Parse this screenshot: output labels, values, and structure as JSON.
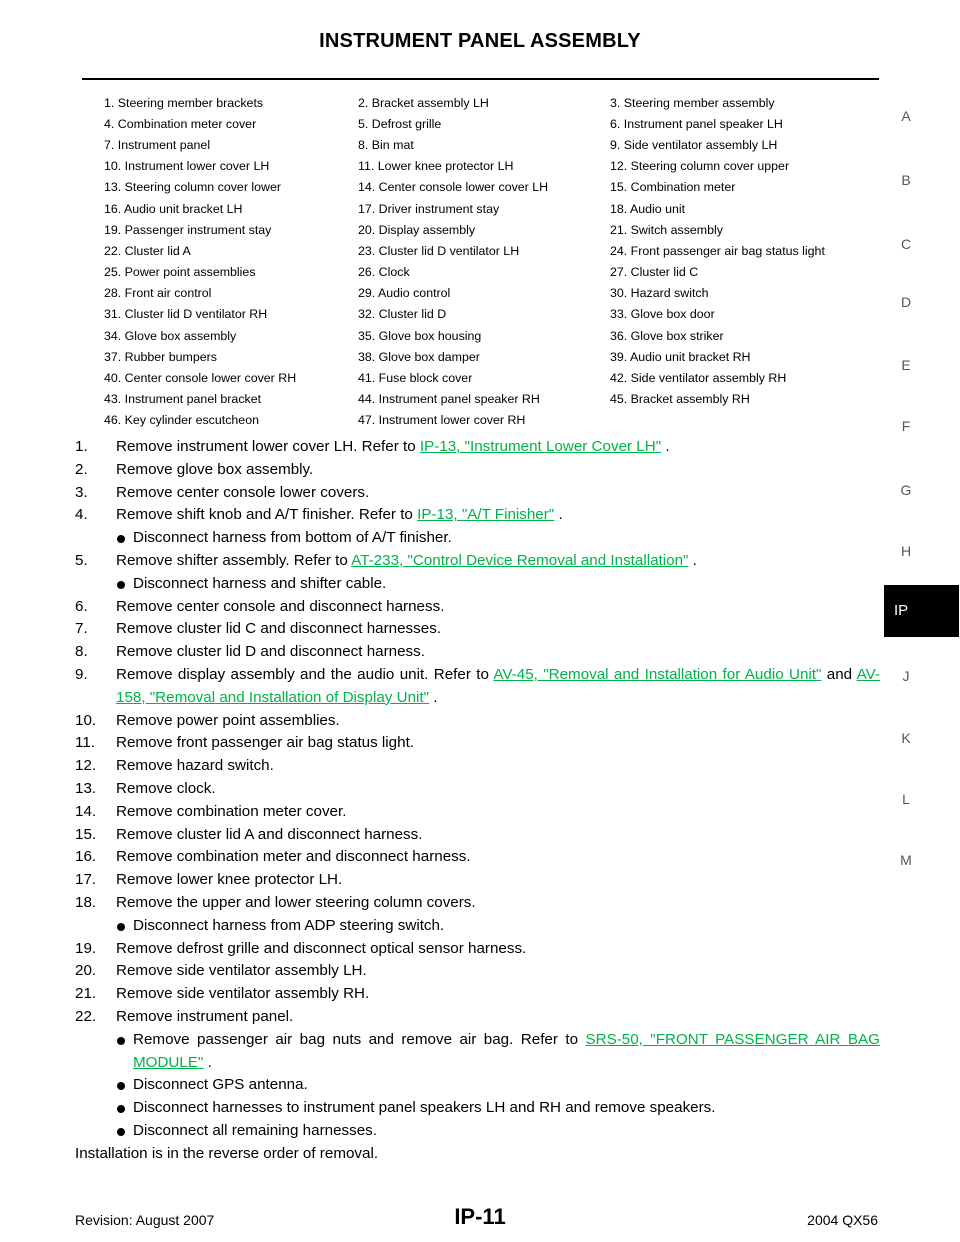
{
  "header": {
    "title": "INSTRUMENT PANEL ASSEMBLY"
  },
  "parts_legend": [
    [
      "1.   Steering member brackets",
      "2.   Bracket assembly LH",
      "3.   Steering member assembly"
    ],
    [
      "4.   Combination meter cover",
      "5.   Defrost grille",
      "6.   Instrument panel speaker LH"
    ],
    [
      "7.   Instrument panel",
      "8.   Bin mat",
      "9.   Side ventilator assembly LH"
    ],
    [
      "10.   Instrument lower cover LH",
      "11.   Lower knee protector LH",
      "12.   Steering column cover upper"
    ],
    [
      "13.   Steering column cover lower",
      "14.   Center console lower cover LH",
      "15.   Combination meter"
    ],
    [
      "16.   Audio unit bracket LH",
      "17.   Driver instrument stay",
      "18.   Audio unit"
    ],
    [
      "19.   Passenger instrument stay",
      "20.   Display assembly",
      "21.   Switch assembly"
    ],
    [
      "22.   Cluster lid A",
      "23.   Cluster lid D ventilator LH",
      "24.   Front passenger air bag status light"
    ],
    [
      "25.   Power point assemblies",
      "26.   Clock",
      "27.   Cluster lid C"
    ],
    [
      "28.   Front air control",
      "29.   Audio control",
      "30.   Hazard switch"
    ],
    [
      "31.   Cluster lid D ventilator RH",
      "32.   Cluster lid D",
      "33.   Glove box door"
    ],
    [
      "34.   Glove box assembly",
      "35.   Glove box housing",
      "36.   Glove box striker"
    ],
    [
      "37.   Rubber bumpers",
      "38.   Glove box damper",
      "39.   Audio unit bracket RH"
    ],
    [
      "40.   Center console lower cover RH",
      "41.   Fuse block cover",
      "42.   Side ventilator assembly RH"
    ],
    [
      "43.   Instrument panel bracket",
      "44.   Instrument panel speaker RH",
      "45.   Bracket assembly RH"
    ],
    [
      "46.   Key cylinder escutcheon",
      "47.   Instrument lower cover RH",
      ""
    ]
  ],
  "steps": {
    "s1": {
      "num": "1.",
      "text": "Remove instrument lower cover LH. Refer to ",
      "link": "IP-13, \"Instrument Lower Cover LH\"",
      "after": " ."
    },
    "s2": {
      "num": "2.",
      "text": "Remove glove box assembly."
    },
    "s3": {
      "num": "3.",
      "text": "Remove center console lower covers."
    },
    "s4": {
      "num": "4.",
      "text": "Remove shift knob and A/T finisher. Refer to ",
      "link": "IP-13, \"A/T Finisher\"",
      "after": " ."
    },
    "s4b": "Disconnect harness from bottom of A/T finisher.",
    "s5": {
      "num": "5.",
      "text": "Remove shifter assembly. Refer to ",
      "link": "AT-233, \"Control Device Removal and Installation\"",
      "after": " ."
    },
    "s5b": "Disconnect harness and shifter cable.",
    "s6": {
      "num": "6.",
      "text": "Remove center console and disconnect harness."
    },
    "s7": {
      "num": "7.",
      "text": "Remove cluster lid C and disconnect harnesses."
    },
    "s8": {
      "num": "8.",
      "text": "Remove cluster lid D and disconnect harness."
    },
    "s9": {
      "num": "9.",
      "text": "Remove display assembly and the audio unit. Refer to ",
      "link": "AV-45, \"Removal and Installation for Audio Unit\"",
      "mid": "and ",
      "link2": "AV-158, \"Removal and Installation of Display Unit\"",
      "after": " ."
    },
    "s10": {
      "num": "10.",
      "text": "Remove power point assemblies."
    },
    "s11": {
      "num": "11.",
      "text": "Remove front passenger air bag status light."
    },
    "s12": {
      "num": "12.",
      "text": "Remove hazard switch."
    },
    "s13": {
      "num": "13.",
      "text": "Remove clock."
    },
    "s14": {
      "num": "14.",
      "text": "Remove combination meter cover."
    },
    "s15": {
      "num": "15.",
      "text": "Remove cluster lid A and disconnect harness."
    },
    "s16": {
      "num": "16.",
      "text": "Remove combination meter and disconnect harness."
    },
    "s17": {
      "num": "17.",
      "text": "Remove lower knee protector LH."
    },
    "s18": {
      "num": "18.",
      "text": "Remove the upper and lower steering column covers."
    },
    "s18b": "Disconnect harness from ADP steering switch.",
    "s19": {
      "num": "19.",
      "text": "Remove defrost grille and disconnect optical sensor harness."
    },
    "s20": {
      "num": "20.",
      "text": "Remove side ventilator assembly LH."
    },
    "s21": {
      "num": "21.",
      "text": "Remove side ventilator assembly RH."
    },
    "s22": {
      "num": "22.",
      "text": "Remove instrument panel."
    },
    "s22a": {
      "text": "Remove passenger air bag nuts and remove air bag. Refer to ",
      "link": "SRS-50, \"FRONT PASSENGER AIR BAG MODULE\"",
      "after": " ."
    },
    "s22b": "Disconnect GPS antenna.",
    "s22c": "Disconnect harnesses to instrument panel speakers LH and RH and remove speakers.",
    "s22d": "Disconnect all remaining harnesses.",
    "closing": "Installation is in the reverse order of removal."
  },
  "section_tabs": [
    "A",
    "B",
    "C",
    "D",
    "E",
    "F",
    "G",
    "H",
    "IP",
    "J",
    "K",
    "L",
    "M"
  ],
  "active_tab": "IP",
  "footer": {
    "revision": "Revision: August 2007",
    "page": "IP-11",
    "model": "2004 QX56"
  },
  "colors": {
    "link": "#00b34a",
    "active_tab_bg": "#000000"
  }
}
